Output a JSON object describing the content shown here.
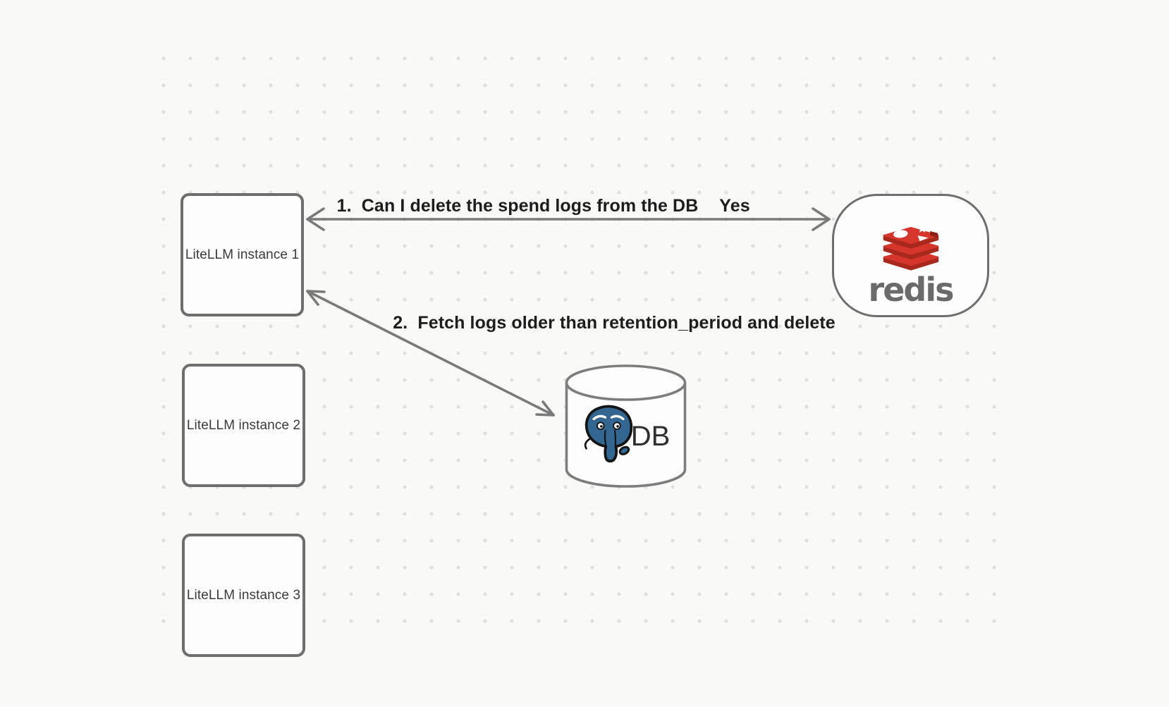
{
  "canvas": {
    "background_color": "#f9f9f8",
    "dot_color": "#e1e1df"
  },
  "nodes": {
    "instances": [
      {
        "label": "LiteLLM instance 1"
      },
      {
        "label": "LiteLLM instance 2"
      },
      {
        "label": "LiteLLM instance 3"
      }
    ],
    "redis": {
      "wordmark": "redis",
      "logo_icon": "redis-stack-logo",
      "brand_red": "#d5352b",
      "brand_red_dark": "#a9281d",
      "wordmark_color": "#6a6a6a"
    },
    "db": {
      "label": "DB",
      "logo_icon": "postgresql-elephant",
      "postgres_blue": "#336791"
    }
  },
  "arrows": {
    "color": "#7a7a7a",
    "redis_exchange": {
      "request_label": "1.  Can I delete the spend logs from the DB",
      "response_label": "Yes"
    },
    "db_fetch": {
      "label": "2.  Fetch logs older than retention_period and delete"
    }
  }
}
